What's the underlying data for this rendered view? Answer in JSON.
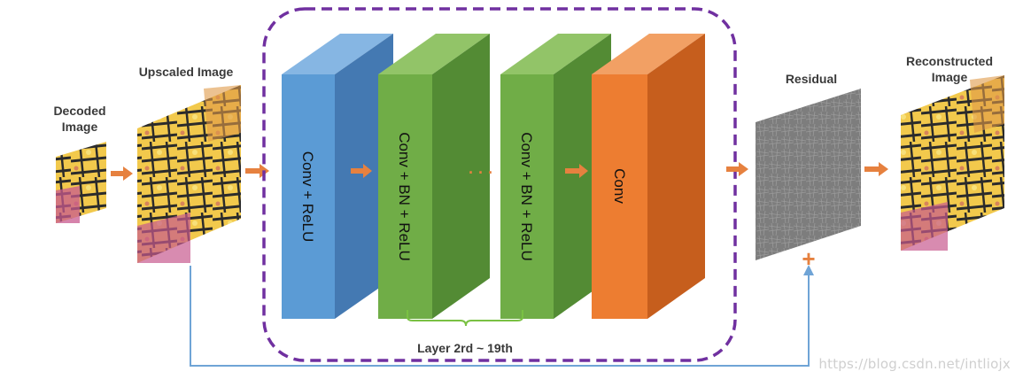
{
  "labels": {
    "decoded_line1": "Decoded",
    "decoded_line2": "Image",
    "upscaled": "Upscaled Image",
    "residual": "Residual",
    "reconstructed_line1": "Reconstructed",
    "reconstructed_line2": "Image",
    "layer_range": "Layer 2rd ~ 19th"
  },
  "blocks": {
    "block1": "Conv + ReLU",
    "block2": "Conv + BN + ReLU",
    "block3": "Conv + BN + ReLU",
    "block4": "Conv"
  },
  "symbols": {
    "dots": "· · ·",
    "plus": "+"
  },
  "watermark": "https://blog.csdn.net/intliojx",
  "colors": {
    "blue_front": "#5b9bd5",
    "blue_side": "#4479b2",
    "blue_top": "#86b6e3",
    "green_front": "#70ad47",
    "green_side": "#538b34",
    "green_top": "#92c468",
    "orange_front": "#ed7d31",
    "orange_side": "#c65e1d",
    "orange_top": "#f2a064",
    "arrow": "#e6813f",
    "skip_line": "#6fa4d6",
    "dash_border": "#7030a0",
    "bracket": "#7ac143"
  }
}
